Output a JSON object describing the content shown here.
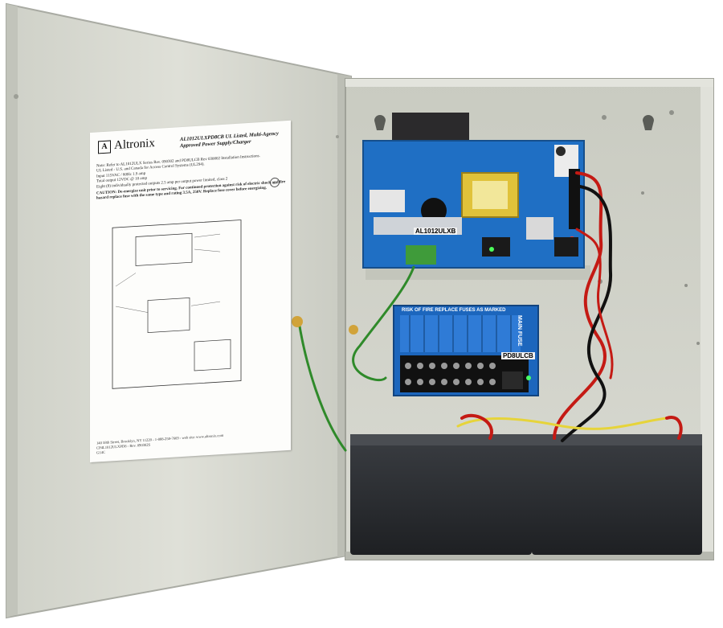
{
  "product": {
    "description": "Altronix multi-output power supply/charger enclosure with open door"
  },
  "label_sheet": {
    "brand": "Altronix",
    "title": "AL1012ULXPD8CB UL Listed, Multi-Agency Approved Power Supply/Charger",
    "notes": [
      "Note: Refer to AL1012ULX Series Rev. 090302 and PD8ULCB Rev 030002 Installation Instructions.",
      "UL Listed - U.S. and Canada for Access Control Systems (UL294).",
      "Input 115VAC / 60Hz 1.9 amp",
      "Total output 12VDC @ 10 amp",
      "Eight (8) individually protected outputs 2.5 amp per output power limited, class 2"
    ],
    "caution": "CAUTION: De-energize unit prior to servicing. For continued protection against risk of electric shock and fire hazard replace fuse with the same type and rating 3.5A, 250V. Replace fuse cover before energizing.",
    "footer_address": "140 58th Street, Brooklyn, NY 11220 - 1-888-258-7669 - web site: www.altronix.com",
    "footer_part": "CP4L1012ULXPD8 - Rev. 090302S",
    "footer_code": "G14C"
  },
  "boards": {
    "power_supply_label": "AL1012ULXB",
    "power_distribution_label": "PD8ULCB",
    "main_fuse_label": "MAIN FUSE",
    "fuse_warning": "RISK OF FIRE REPLACE FUSES AS MARKED"
  },
  "colors": {
    "enclosure": "#d6d8cf",
    "pcb_blue": "#1f6fc4",
    "battery": "#2a2d31",
    "wire_red": "#c41a14",
    "wire_green": "#2f8a2a"
  }
}
